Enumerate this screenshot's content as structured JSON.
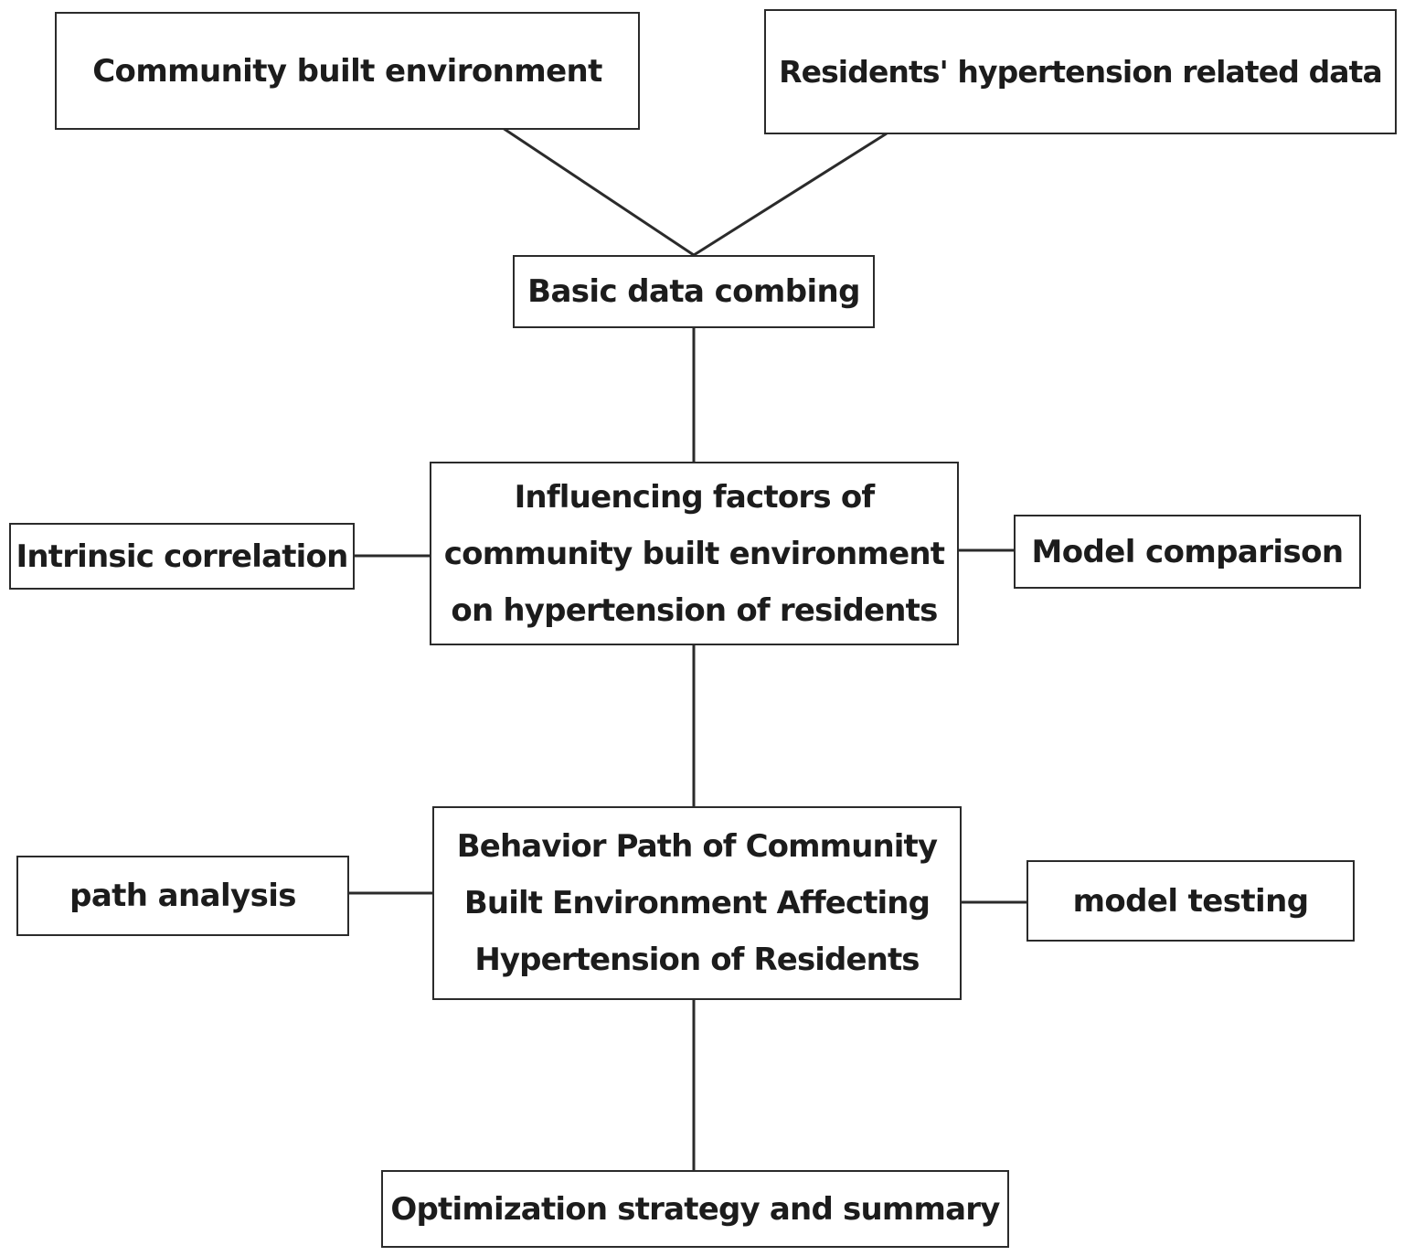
{
  "diagram": {
    "nodes": {
      "community": "Community built environment",
      "residents": "Residents' hypertension related data",
      "basic": "Basic data combing",
      "influence": "Influencing factors of\ncommunity built environment\non hypertension of residents",
      "intrinsic": "Intrinsic correlation",
      "model_comparison": "Model comparison",
      "behavior": "Behavior Path of Community\nBuilt Environment Affecting\nHypertension of Residents",
      "path_analysis": "path analysis",
      "model_testing": "model testing",
      "optimization": "Optimization strategy and summary"
    },
    "edges": [
      [
        "community",
        "basic"
      ],
      [
        "residents",
        "basic"
      ],
      [
        "basic",
        "influence"
      ],
      [
        "intrinsic",
        "influence"
      ],
      [
        "influence",
        "model_comparison"
      ],
      [
        "influence",
        "behavior"
      ],
      [
        "path_analysis",
        "behavior"
      ],
      [
        "behavior",
        "model_testing"
      ],
      [
        "behavior",
        "optimization"
      ]
    ],
    "colors": {
      "line": "#2b2b2b",
      "text": "#1c1c1c",
      "background": "#ffffff"
    }
  }
}
